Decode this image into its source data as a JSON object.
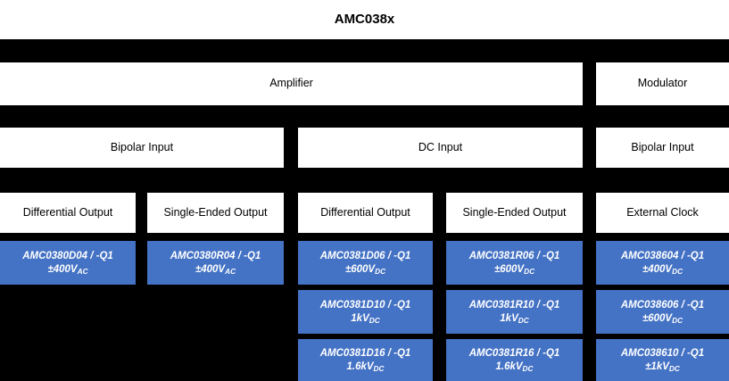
{
  "diagram": {
    "title": "AMC038x",
    "accent_blue": "#4472C4",
    "background": "#000000",
    "box_fill_white": "#FFFFFF",
    "rows": {
      "function_row": [
        {
          "label": "Amplifier"
        },
        {
          "label": "Modulator"
        }
      ],
      "input_row": [
        {
          "label": "Bipolar Input"
        },
        {
          "label": "DC Input"
        },
        {
          "label": "Bipolar Input"
        }
      ],
      "output_row": [
        {
          "label": "Differential Output"
        },
        {
          "label": "Single-Ended Output"
        },
        {
          "label": "Differential Output"
        },
        {
          "label": "Single-Ended Output"
        },
        {
          "label": "External Clock"
        }
      ]
    },
    "parts": {
      "column_1": [
        {
          "part": "AMC0380D04 / -Q1",
          "rating": "±400V",
          "rating_sub": "AC"
        }
      ],
      "column_2": [
        {
          "part": "AMC0380R04 / -Q1",
          "rating": "±400V",
          "rating_sub": "AC"
        }
      ],
      "column_3": [
        {
          "part": "AMC0381D06 / -Q1",
          "rating": "±600V",
          "rating_sub": "DC"
        },
        {
          "part": "AMC0381D10 / -Q1",
          "rating": "1kV",
          "rating_sub": "DC"
        },
        {
          "part": "AMC0381D16 / -Q1",
          "rating": "1.6kV",
          "rating_sub": "DC"
        }
      ],
      "column_4": [
        {
          "part": "AMC0381R06 / -Q1",
          "rating": "±600V",
          "rating_sub": "DC"
        },
        {
          "part": "AMC0381R10 / -Q1",
          "rating": "1kV",
          "rating_sub": "DC"
        },
        {
          "part": "AMC0381R16 / -Q1",
          "rating": "1.6kV",
          "rating_sub": "DC"
        }
      ],
      "column_5": [
        {
          "part": "AMC038604 / -Q1",
          "rating": "±400V",
          "rating_sub": "DC"
        },
        {
          "part": "AMC038606 / -Q1",
          "rating": "±600V",
          "rating_sub": "DC"
        },
        {
          "part": "AMC038610 / -Q1",
          "rating": "±1kV",
          "rating_sub": "DC"
        }
      ]
    }
  }
}
